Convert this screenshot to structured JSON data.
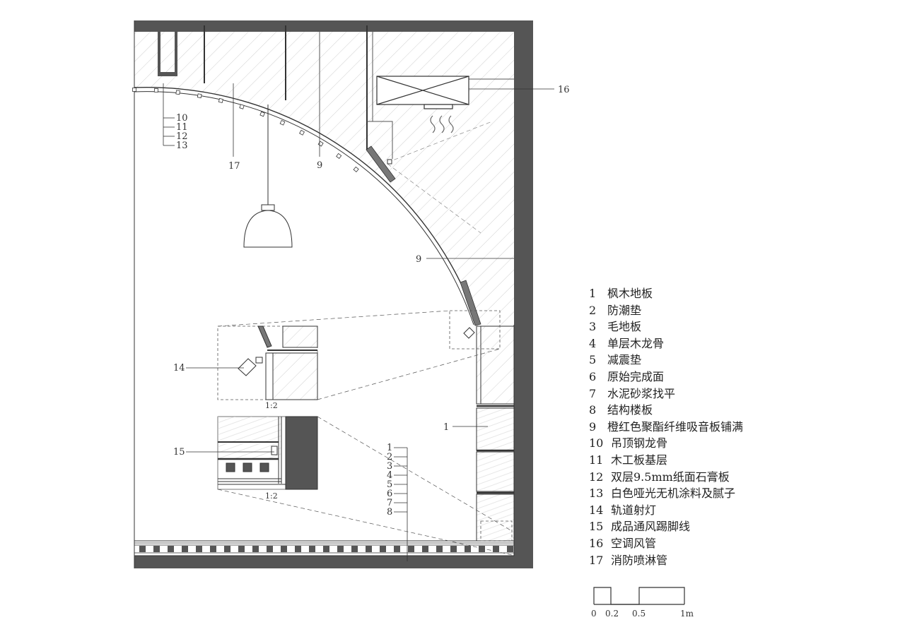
{
  "legend": [
    {
      "num": "1",
      "text": "枫木地板"
    },
    {
      "num": "2",
      "text": "防潮垫"
    },
    {
      "num": "3",
      "text": "毛地板"
    },
    {
      "num": "4",
      "text": "单层木龙骨"
    },
    {
      "num": "5",
      "text": "减震垫"
    },
    {
      "num": "6",
      "text": "原始完成面"
    },
    {
      "num": "7",
      "text": "水泥砂浆找平"
    },
    {
      "num": "8",
      "text": "结构楼板"
    },
    {
      "num": "9",
      "text": "橙红色聚酯纤维吸音板铺满"
    },
    {
      "num": "10",
      "text": "吊顶钢龙骨"
    },
    {
      "num": "11",
      "text": "木工板基层"
    },
    {
      "num": "12",
      "text": "双层9.5mm纸面石膏板"
    },
    {
      "num": "13",
      "text": "白色哑光无机涂料及腻子"
    },
    {
      "num": "14",
      "text": "轨道射灯"
    },
    {
      "num": "15",
      "text": "成品通风踢脚线"
    },
    {
      "num": "16",
      "text": "空调风管"
    },
    {
      "num": "17",
      "text": "消防喷淋管"
    }
  ],
  "callouts": {
    "c16": "16",
    "c10": "10",
    "c11": "11",
    "c12": "12",
    "c13": "13",
    "c17": "17",
    "c9a": "9",
    "c9b": "9",
    "c14": "14",
    "c15": "15",
    "c1": "1",
    "floor_stack": [
      "1",
      "2",
      "3",
      "4",
      "5",
      "6",
      "7",
      "8"
    ]
  },
  "detail_scales": {
    "upper": "1:2",
    "lower": "1:2"
  },
  "scale_bar": {
    "labels": [
      "0",
      "0.2",
      "0.5",
      "1m"
    ]
  },
  "colors": {
    "wall": "#555555",
    "line": "#333333",
    "hatch": "#bdbdbd"
  }
}
